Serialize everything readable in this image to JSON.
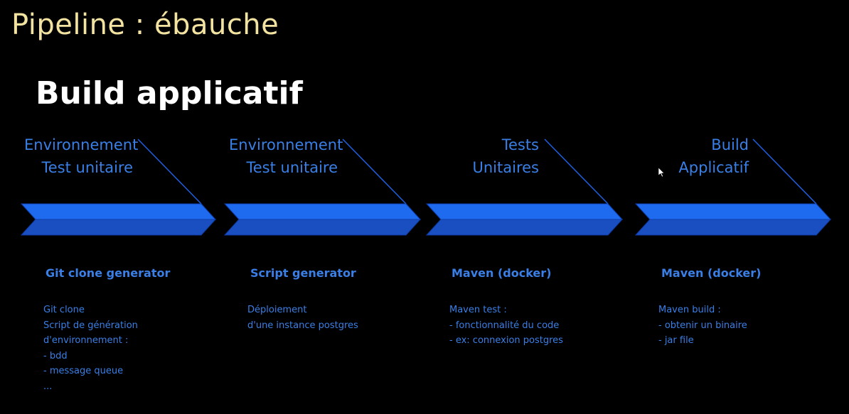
{
  "slide": {
    "title": "Pipeline : ébauche",
    "section_title": "Build applicatif"
  },
  "stages": [
    {
      "label_lines": [
        "Environnement",
        "Test unitaire"
      ],
      "tool": "Git clone generator",
      "details": [
        "Git clone",
        "Script de génération",
        "d'environnement :",
        "- bdd",
        "- message queue",
        "..."
      ]
    },
    {
      "label_lines": [
        "Environnement",
        "Test unitaire"
      ],
      "tool": "Script generator",
      "details": [
        "Déploiement",
        "d'une instance postgres"
      ]
    },
    {
      "label_lines": [
        "Tests",
        "Unitaires"
      ],
      "tool": "Maven (docker)",
      "details": [
        "Maven test :",
        "- fonctionnalité du code",
        "- ex: connexion postgres"
      ]
    },
    {
      "label_lines": [
        "Build",
        "Applicatif"
      ],
      "tool": "Maven (docker)",
      "details": [
        "Maven build :",
        "-  obtenir un binaire",
        "- jar file"
      ]
    }
  ],
  "colors": {
    "background": "#000000",
    "title": "#f3e3a0",
    "accent_blue": "#3a7fe6",
    "chevron_top": "#1f6bf0",
    "chevron_bottom": "#1a4fc2"
  },
  "icons": {
    "cursor": "mouse-pointer-icon"
  }
}
